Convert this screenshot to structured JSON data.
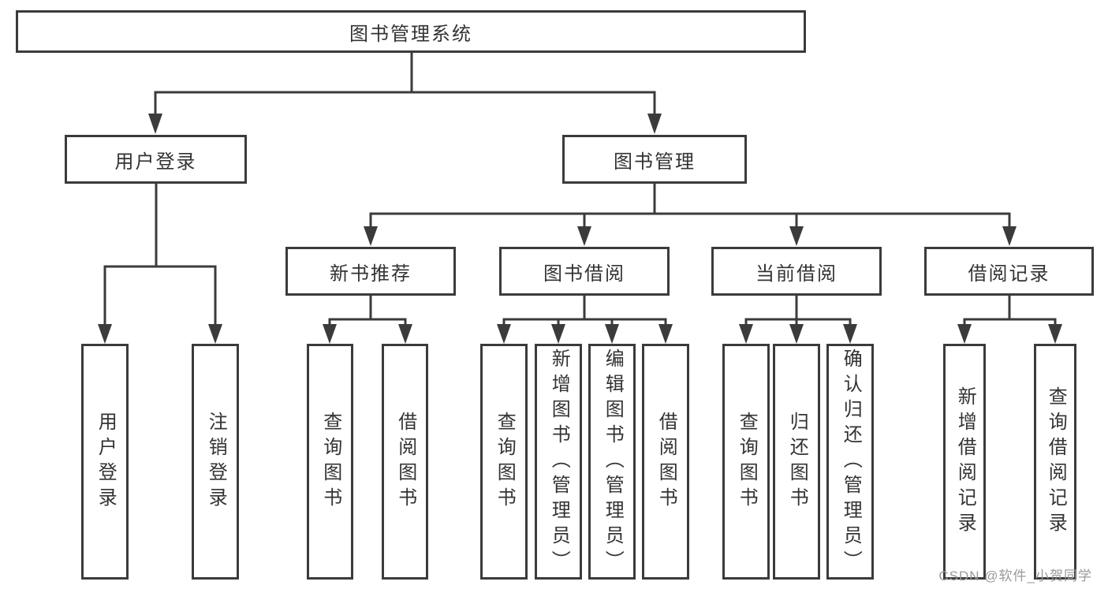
{
  "tree": {
    "label": "图书管理系统",
    "children": [
      {
        "label": "用户登录",
        "children": [
          {
            "label": "用户登录"
          },
          {
            "label": "注销登录"
          }
        ]
      },
      {
        "label": "图书管理",
        "children": [
          {
            "label": "新书推荐",
            "children": [
              {
                "label": "查询图书"
              },
              {
                "label": "借阅图书"
              }
            ]
          },
          {
            "label": "图书借阅",
            "children": [
              {
                "label": "查询图书"
              },
              {
                "label": "新增图书（管理员）"
              },
              {
                "label": "编辑图书（管理员）"
              },
              {
                "label": "借阅图书"
              }
            ]
          },
          {
            "label": "当前借阅",
            "children": [
              {
                "label": "查询图书"
              },
              {
                "label": "归还图书"
              },
              {
                "label": "确认归还（管理员）"
              }
            ]
          },
          {
            "label": "借阅记录",
            "children": [
              {
                "label": "新增借阅记录"
              },
              {
                "label": "查询借阅记录"
              }
            ]
          }
        ]
      }
    ]
  },
  "watermark": "CSDN @软件_小贺同学",
  "colors": {
    "line": "#3b3b3b",
    "text": "#333333",
    "watermark": "#999999",
    "background": "#ffffff"
  }
}
